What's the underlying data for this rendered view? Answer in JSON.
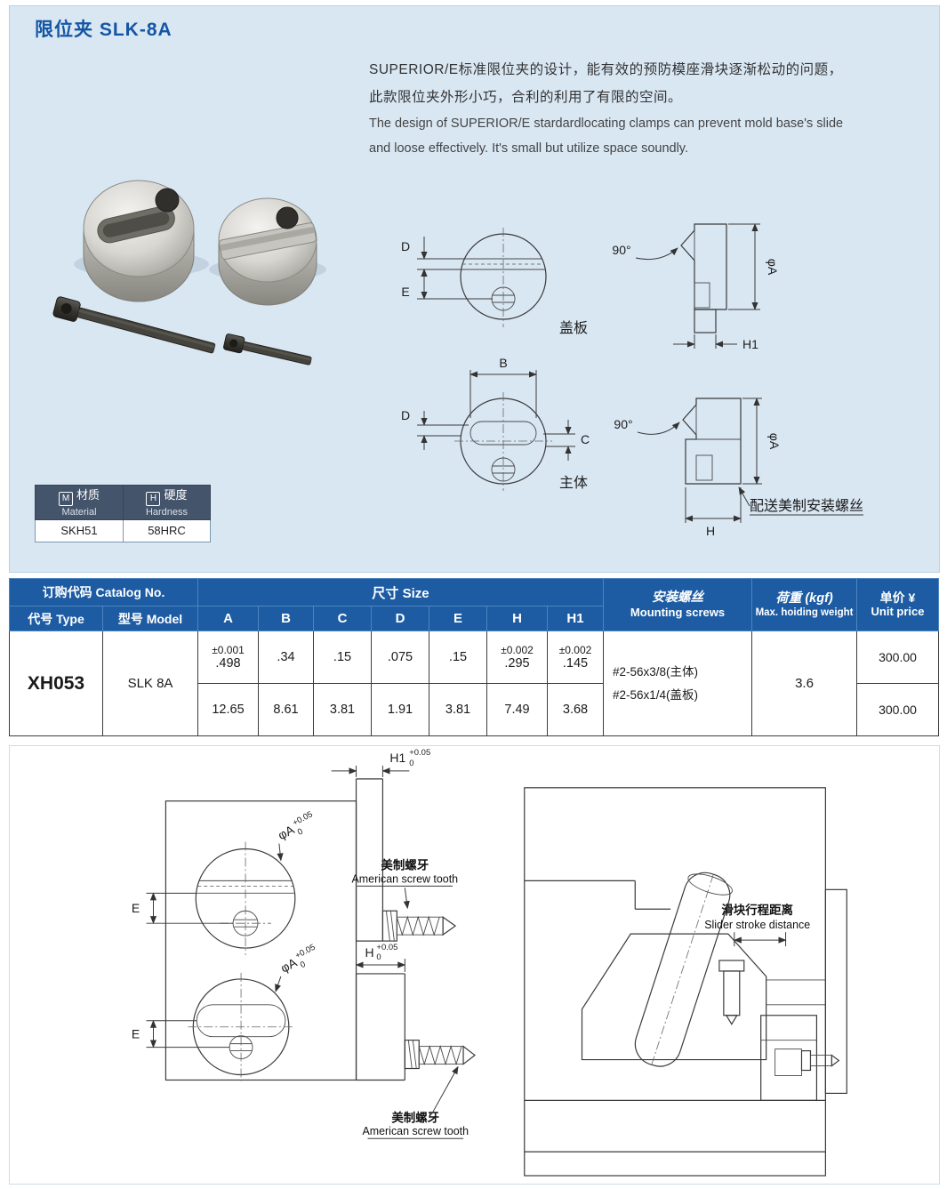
{
  "title": "限位夹 SLK-8A",
  "intro": {
    "cn1": "SUPERIOR/E标准限位夹的设计，能有效的预防模座滑块逐渐松动的问题，",
    "cn2": "此款限位夹外形小巧，合利的利用了有限的空间。",
    "en1": "The design of SUPERIOR/E stardardlocating clamps can prevent mold base's slide",
    "en2": "and loose effectively. It's small but utilize space soundly."
  },
  "top_diagram": {
    "d": "D",
    "e": "E",
    "b": "B",
    "c": "C",
    "angle": "90°",
    "phi_a": "φA",
    "h1": "H1",
    "h": "H",
    "cover_label": "盖板",
    "body_label": "主体",
    "screw_note": "配送美制安装螺丝"
  },
  "material_table": {
    "m_icon": "M",
    "material_cn": "材质",
    "material_en": "Material",
    "h_icon": "H",
    "hardness_cn": "硬度",
    "hardness_en": "Hardness",
    "material_value": "SKH51",
    "hardness_value": "58HRC"
  },
  "table": {
    "headers": {
      "catalog": "订购代码 Catalog No.",
      "size": "尺寸 Size",
      "type": "代号 Type",
      "model": "型号 Model",
      "dims": [
        "A",
        "B",
        "C",
        "D",
        "E",
        "H",
        "H1"
      ],
      "mounting_cn": "安装螺丝",
      "mounting_en": "Mounting screws",
      "weight_cn": "荷重 (kgf)",
      "weight_en": "Max. hoiding weight",
      "price_cn": "单价 ¥",
      "price_en": "Unit price"
    },
    "row": {
      "type": "XH053",
      "model": "SLK 8A",
      "inch": {
        "a_tol": "±0.001",
        "a": ".498",
        "b": ".34",
        "c": ".15",
        "d": ".075",
        "e": ".15",
        "h_tol": "±0.002",
        "h": ".295",
        "h1_tol": "±0.002",
        "h1": ".145"
      },
      "mm": {
        "a": "12.65",
        "b": "8.61",
        "c": "3.81",
        "d": "1.91",
        "e": "3.81",
        "h": "7.49",
        "h1": "3.68"
      },
      "mounting1": "#2-56x3/8(主体)",
      "mounting2": "#2-56x1/4(盖板)",
      "weight": "3.6",
      "price1": "300.00",
      "price2": "300.00"
    }
  },
  "bottom_diagram": {
    "h1": "H1",
    "h": "H",
    "phi_a": "φA",
    "tol_plus": "+0.05",
    "tol_zero": "0",
    "e": "E",
    "american_cn": "美制螺牙",
    "american_en": "American screw tooth",
    "slider_cn": "滑块行程距离",
    "slider_en": "Slider stroke distance"
  }
}
